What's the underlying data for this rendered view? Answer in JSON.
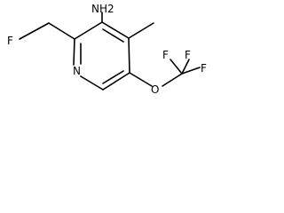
{
  "molecule": {
    "atoms": {
      "amine": "NH2",
      "fluoro_methyl_f": "F",
      "ring_n": "N",
      "ocf3_o": "O",
      "cf3_f_left": "F",
      "cf3_f_top": "F",
      "cf3_f_right": "F"
    },
    "colors": {
      "bond": "#000000",
      "text": "#000000",
      "background": "#ffffff"
    }
  }
}
